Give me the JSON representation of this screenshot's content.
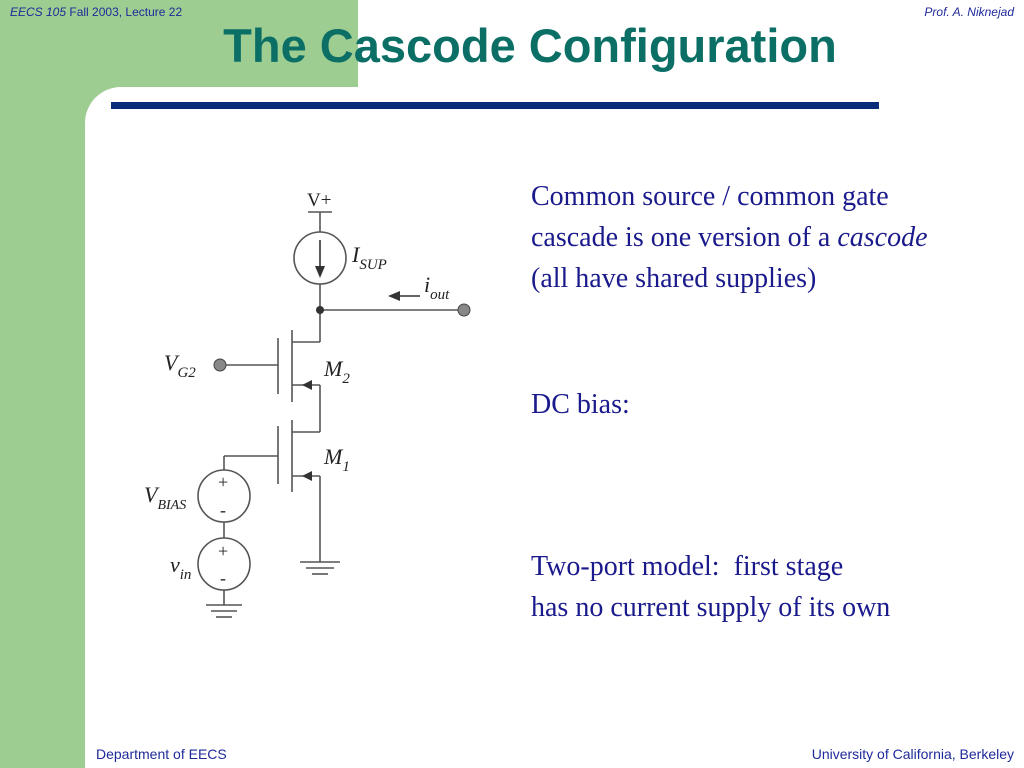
{
  "header": {
    "course": "EECS 105",
    "term": "Fall 2003, Lecture 22",
    "author": "Prof. A. Niknejad"
  },
  "title": "The Cascode Configuration",
  "bullets": {
    "b1_line1": "Common source / common gate",
    "b1_line2a": "cascade is one version of a ",
    "b1_line2b": "cascode",
    "b1_line3": "(all have shared supplies)",
    "b2": "DC bias:",
    "b3_line1": "Two-port model:  first stage",
    "b3_line2": "has no current supply of its own"
  },
  "circuit": {
    "vplus": "V+",
    "isup_main": "I",
    "isup_sub": "SUP",
    "iout_main": "i",
    "iout_sub": "out",
    "vg2_main": "V",
    "vg2_sub": "G2",
    "m2_main": "M",
    "m2_sub": "2",
    "m1_main": "M",
    "m1_sub": "1",
    "vbias_main": "V",
    "vbias_sub": "BIAS",
    "vin_main": "v",
    "vin_sub": "in",
    "plus": "+",
    "minus": "-"
  },
  "footer": {
    "left": "Department of EECS",
    "right": "University of California, Berkeley"
  },
  "colors": {
    "green": "#9dcd91",
    "title": "#0b6f66",
    "text": "#1a1a8c",
    "rule": "#0a2a7a"
  }
}
